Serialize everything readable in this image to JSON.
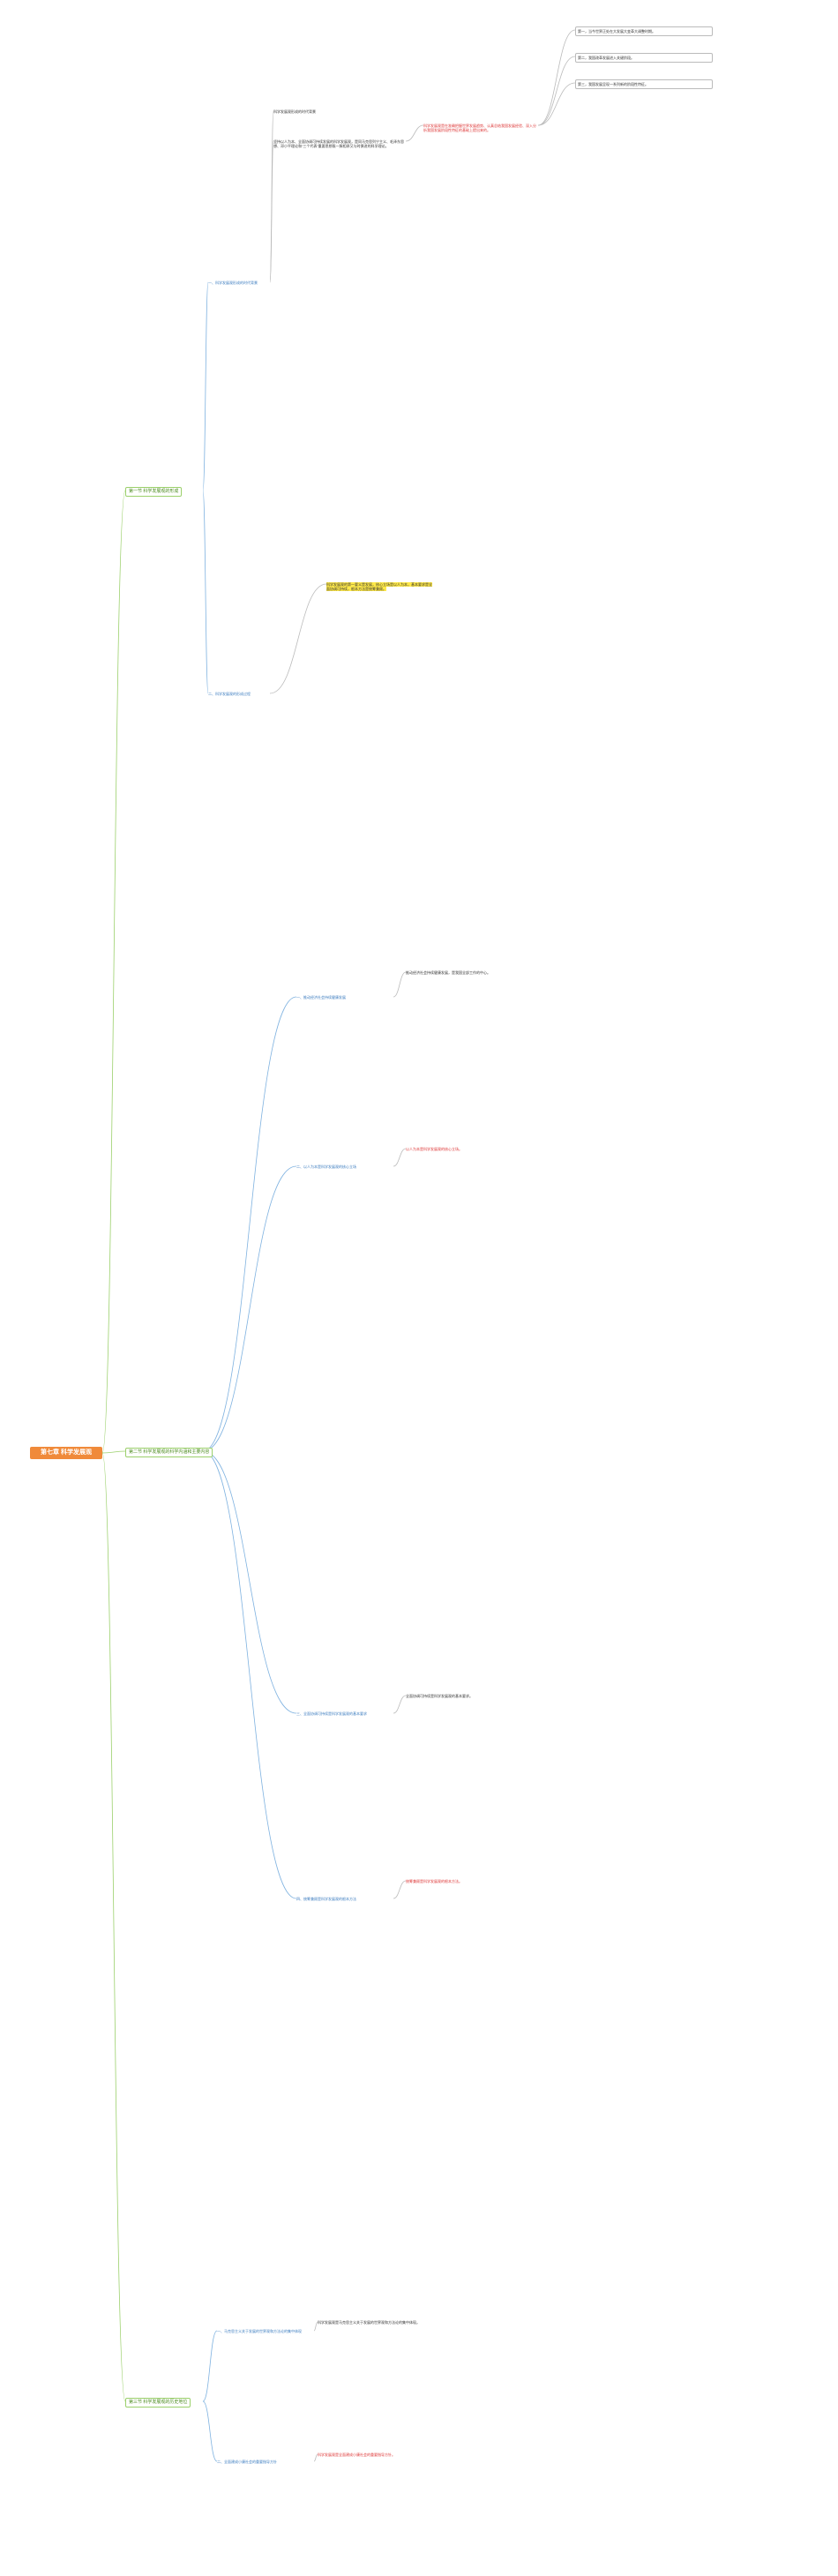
{
  "root": {
    "label": "第七章 科学发展观"
  },
  "sections": [
    {
      "label": "第一节 科学发展观的形成"
    },
    {
      "label": "第二节 科学发展观的科学内涵和主要内容"
    },
    {
      "label": "第三节 科学发展观的历史地位"
    }
  ],
  "sub": {
    "s1a": "一、科学发展观形成的时代背景",
    "s1b": "二、科学发展观的形成过程",
    "s2a": "一、推动经济社会持续健康发展",
    "s2b": "二、以人为本是科学发展观的核心立场",
    "s2c": "三、全面协调可持续是科学发展观的基本要求",
    "s2d": "四、统筹兼顾是科学发展观的根本方法",
    "s3a": "一、马克思主义关于发展的世界观和方法论的集中体现",
    "s3b": "二、全面建成小康社会的重要指导方针"
  },
  "notes": {
    "n1": "科学发展观形成的时代背景",
    "n2": "坚持以人为本、全面协调可持续发展的科学发展观，是同马克思列宁主义、毛泽东思想、邓小平理论和“三个代表”重要思想既一脉相承又与时俱进的科学理论。",
    "n3": "科学发展观是在准确把握世界发展趋势、认真总结我国发展经验、深入分析我国发展阶段性特征的基础上提出来的。",
    "n4": "第一，当今世界正处在大发展大变革大调整时期。",
    "n5": "第二，我国改革发展进入关键阶段。",
    "n6": "第三，我国发展呈现一系列新的阶段性特征。",
    "n7": "科学发展观的第一要义是发展，核心立场是以人为本，基本要求是全面协调可持续，根本方法是统筹兼顾。",
    "n8": "推动经济社会持续健康发展，是我国全部工作的中心。",
    "n9": "以人为本是科学发展观的核心立场。",
    "n10": "全面协调可持续是科学发展观的基本要求。",
    "n11": "统筹兼顾是科学发展观的根本方法。",
    "n12": "科学发展观是马克思主义关于发展的世界观和方法论的集中体现。",
    "n13": "科学发展观是全面建成小康社会的重要指导方针。"
  }
}
